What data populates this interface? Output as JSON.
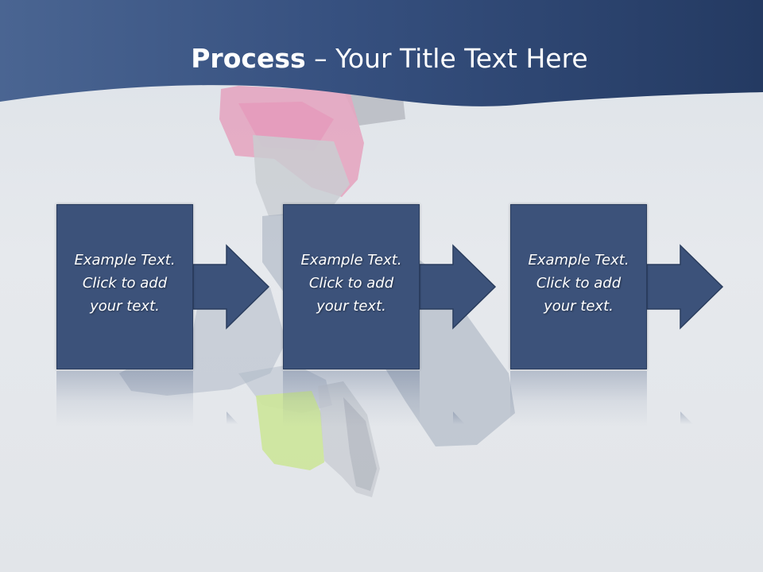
{
  "title": {
    "strong": "Process",
    "rest": " – Your Title Text Here"
  },
  "steps": [
    {
      "text": "Example Text.\nClick  to add\nyour text."
    },
    {
      "text": "Example Text.\nClick  to add\nyour text."
    },
    {
      "text": "Example Text.\nClick  to add\nyour text."
    }
  ],
  "colors": {
    "header_band": "#2c4270",
    "box_fill": "#3c527a",
    "background": "#e3e6ea"
  }
}
